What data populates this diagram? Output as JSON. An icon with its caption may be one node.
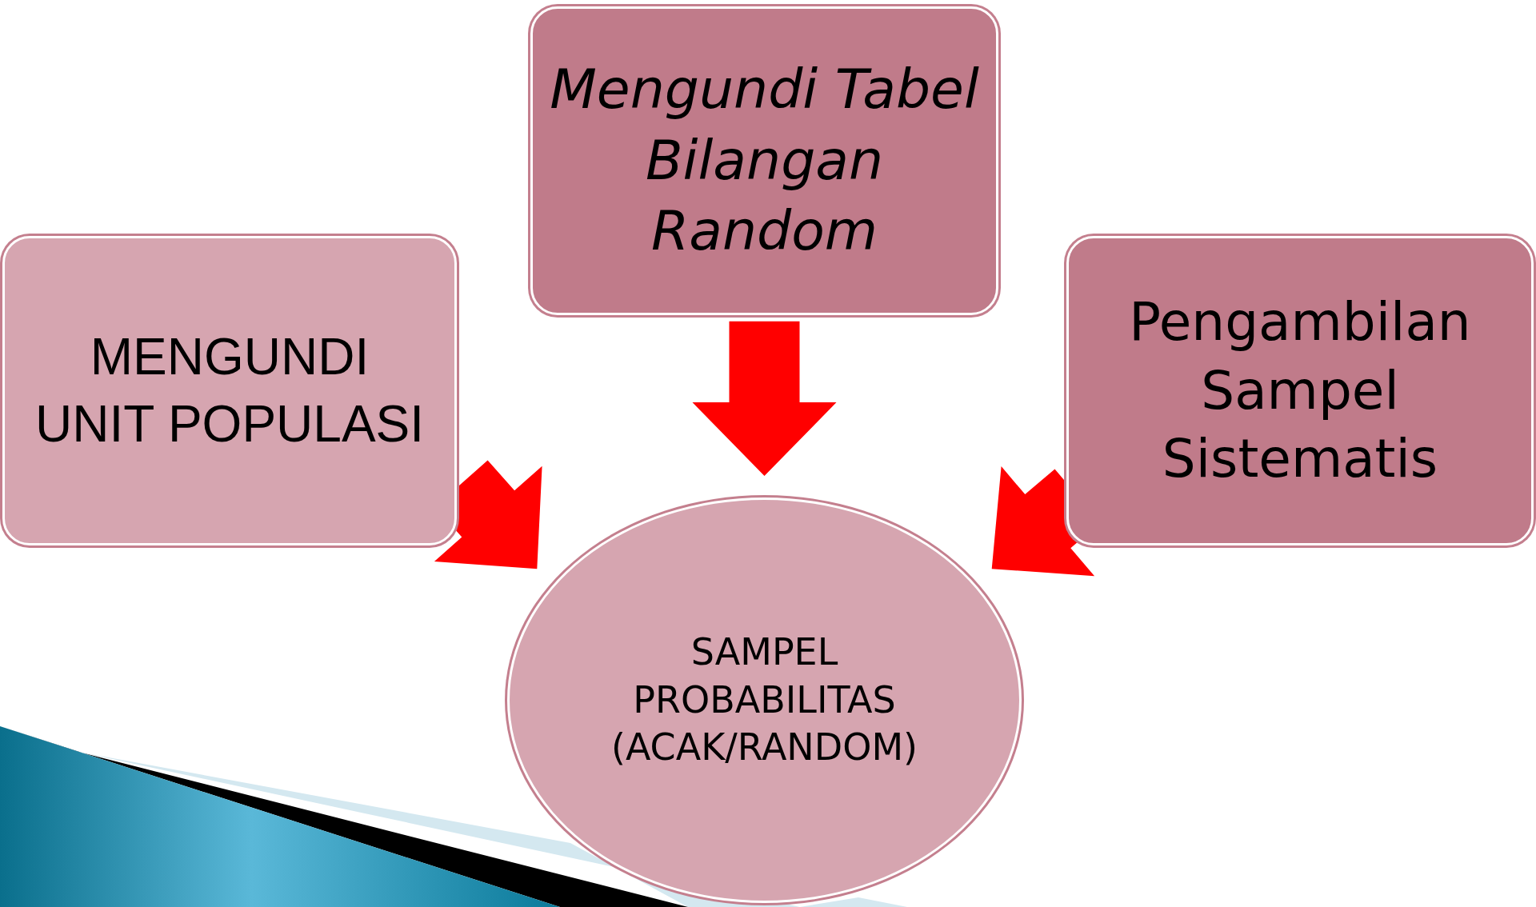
{
  "diagram": {
    "nodes": [
      {
        "text": [
          "MENGUNDI UNIT POPULASI"
        ]
      },
      {
        "text": [
          "Mengundi Tabel Bilangan Random"
        ]
      },
      {
        "text": [
          "Pengambilan Sampel Sistematis"
        ]
      },
      {
        "text": [
          "SAMPEL PROBABILITAS (ACAK/RANDOM)"
        ]
      }
    ],
    "edges": [
      {
        "from": 0,
        "to": 3,
        "arrow": "to",
        "style": "thick"
      },
      {
        "from": 1,
        "to": 3,
        "arrow": "to",
        "style": "thick"
      },
      {
        "from": 2,
        "to": 3,
        "arrow": "to",
        "style": "thick"
      }
    ]
  }
}
